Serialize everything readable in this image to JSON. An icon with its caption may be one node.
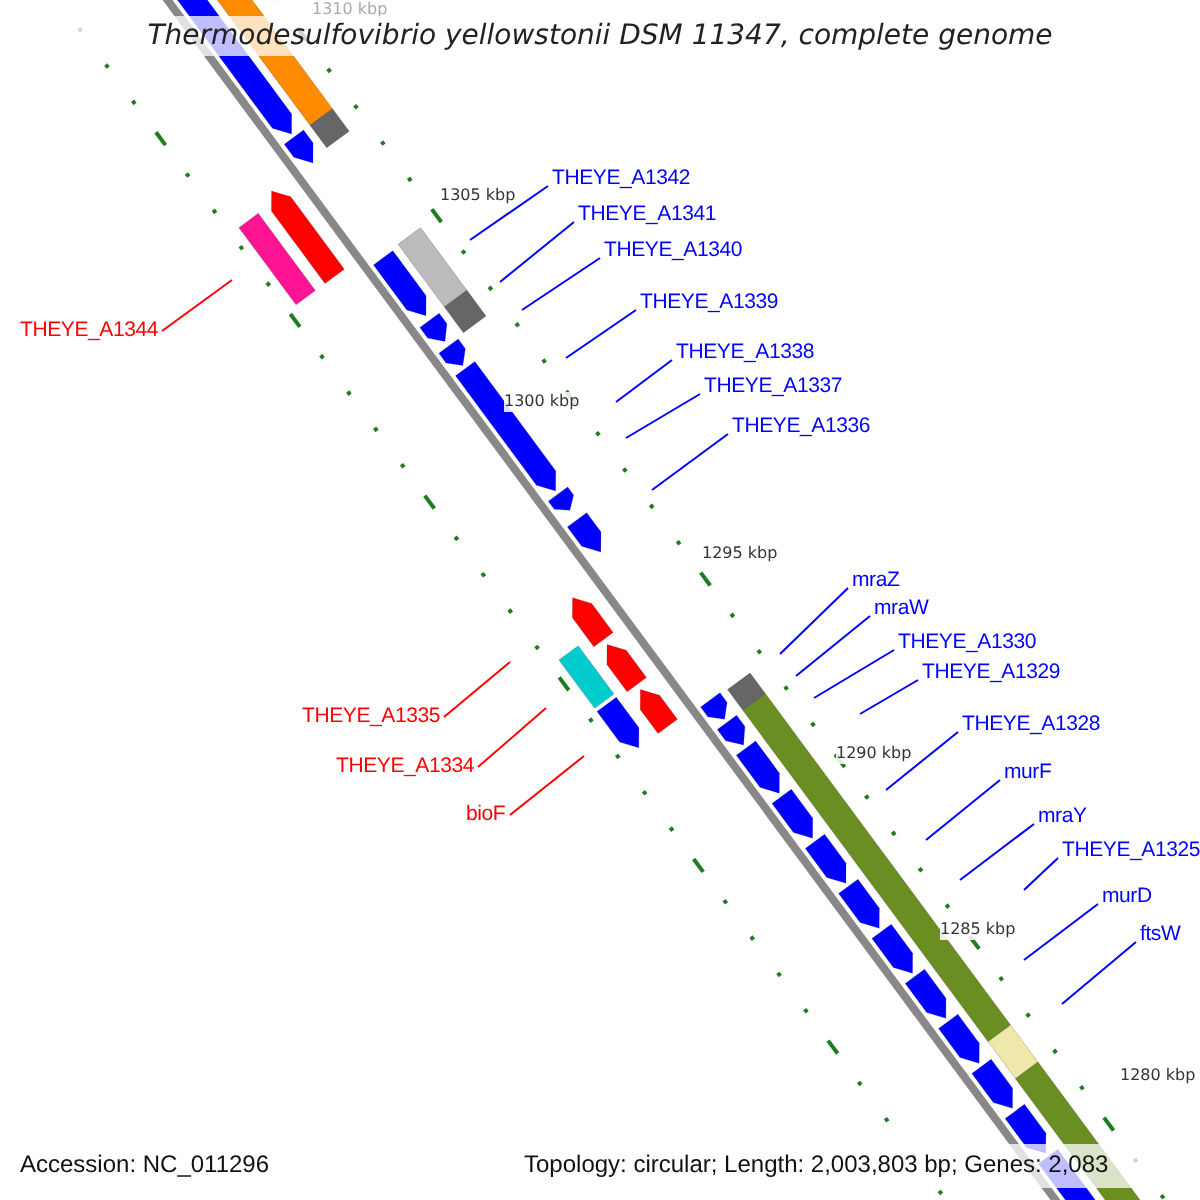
{
  "diagram": {
    "title": "Thermodesulfovibrio yellowstonii DSM 11347, complete genome",
    "nodes": [
      {
        "text": [
          "THEYE_A1342"
        ]
      },
      {
        "text": [
          "THEYE_A1341"
        ]
      },
      {
        "text": [
          "THEYE_A1340"
        ]
      },
      {
        "text": [
          "THEYE_A1339"
        ]
      },
      {
        "text": [
          "THEYE_A1344"
        ]
      },
      {
        "text": [
          "THEYE_A1338"
        ]
      },
      {
        "text": [
          "THEYE_A1337"
        ]
      },
      {
        "text": [
          "THEYE_A1336"
        ]
      },
      {
        "text": [
          "mraZ"
        ]
      },
      {
        "text": [
          "mraW"
        ]
      },
      {
        "text": [
          "THEYE_A1330"
        ]
      },
      {
        "text": [
          "THEYE_A1329"
        ]
      },
      {
        "text": [
          "THEYE_A1335"
        ]
      },
      {
        "text": [
          "THEYE_A1328"
        ]
      },
      {
        "text": [
          "THEYE_A1334"
        ]
      },
      {
        "text": [
          "murF"
        ]
      },
      {
        "text": [
          "bioF"
        ]
      },
      {
        "text": [
          "mraY"
        ]
      },
      {
        "text": [
          "THEYE_A1325"
        ]
      },
      {
        "text": [
          "murD"
        ]
      },
      {
        "text": [
          "ftsW"
        ]
      }
    ],
    "edges": [
      {
        "from": 0,
        "to": null,
        "arrow": "none"
      },
      {
        "from": 1,
        "to": null,
        "arrow": "none"
      },
      {
        "from": 2,
        "to": null,
        "arrow": "none"
      },
      {
        "from": 3,
        "to": null,
        "arrow": "none"
      },
      {
        "from": 4,
        "to": null,
        "arrow": "none",
        "color": "#ff0000"
      },
      {
        "from": 5,
        "to": null,
        "arrow": "none"
      },
      {
        "from": 6,
        "to": null,
        "arrow": "none"
      },
      {
        "from": 7,
        "to": null,
        "arrow": "none"
      },
      {
        "from": 8,
        "to": null,
        "arrow": "none"
      },
      {
        "from": 9,
        "to": null,
        "arrow": "none"
      },
      {
        "from": 10,
        "to": null,
        "arrow": "none"
      },
      {
        "from": 11,
        "to": null,
        "arrow": "none"
      },
      {
        "from": 12,
        "to": null,
        "arrow": "none",
        "color": "#ff0000"
      },
      {
        "from": 13,
        "to": null,
        "arrow": "none"
      },
      {
        "from": 14,
        "to": null,
        "arrow": "none",
        "color": "#ff0000"
      },
      {
        "from": 15,
        "to": null,
        "arrow": "none"
      },
      {
        "from": 16,
        "to": null,
        "arrow": "none",
        "color": "#ff0000"
      },
      {
        "from": 17,
        "to": null,
        "arrow": "none"
      },
      {
        "from": 18,
        "to": null,
        "arrow": "none"
      },
      {
        "from": 19,
        "to": null,
        "arrow": "none"
      },
      {
        "from": 20,
        "to": null,
        "arrow": "none"
      }
    ],
    "labels": [
      "1310 kbp",
      "1305 kbp",
      "1300 kbp",
      "1295 kbp",
      "1290 kbp",
      "1285 kbp",
      "1280 kbp",
      "Accession: NC_011296",
      "Topology: circular; Length: 2,003,803 bp; Genes: 2,083"
    ]
  }
}
